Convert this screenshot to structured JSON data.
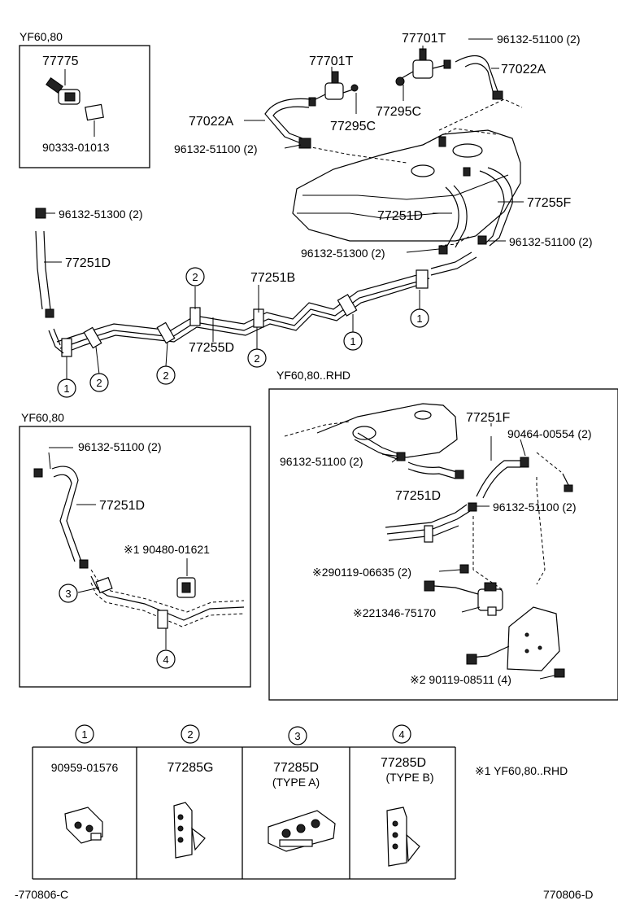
{
  "inset_top_left": {
    "model": "YF60,80",
    "part_main": "77775",
    "part_sub": "90333-01013"
  },
  "main_labels": {
    "hose_clamp_51100_top": "96132-51100 (2)",
    "vent_t_top": "77701T",
    "vent_t_mid": "77701T",
    "hose_a_right": "77022A",
    "hose_a_left": "77022A",
    "valve_c_right": "77295C",
    "valve_c_left": "77295C",
    "clamp_51100_left": "96132-51100 (2)",
    "hose_f": "77255F",
    "hose_d_tank": "77251D",
    "clamp_51300_tank": "96132-51300 (2)",
    "clamp_51100_tank": "96132-51100 (2)",
    "clamp_51300_left": "96132-51300 (2)",
    "hose_d_left": "77251D",
    "tube_b": "77251B",
    "tube_d": "77255D"
  },
  "callouts": {
    "c1": "1",
    "c2": "2",
    "c3": "3",
    "c4": "4"
  },
  "inset_bottom_left": {
    "model": "YF60,80",
    "clamp": "96132-51100 (2)",
    "hose": "77251D",
    "note_part": "※1 90480-01621"
  },
  "inset_rhd": {
    "model": "YF60,80..RHD",
    "hose_f": "77251F",
    "bolt": "90464-00554 (2)",
    "clamp_left": "96132-51100 (2)",
    "hose_d": "77251D",
    "clamp_right": "96132-51100 (2)",
    "screw_a": "※290119-06635 (2)",
    "pump": "※221346-75170",
    "screw_b": "※2 90119-08511 (4)"
  },
  "legend_table": {
    "cols": [
      {
        "num": "1",
        "part": "90959-01576",
        "type": ""
      },
      {
        "num": "2",
        "part": "77285G",
        "type": ""
      },
      {
        "num": "3",
        "part": "77285D",
        "type": "(TYPE A)"
      },
      {
        "num": "4",
        "part": "77285D",
        "type": "(TYPE B)"
      }
    ],
    "footnote": "※1 YF60,80..RHD"
  },
  "footer": {
    "left_code": "-770806-C",
    "right_code": "770806-D"
  }
}
